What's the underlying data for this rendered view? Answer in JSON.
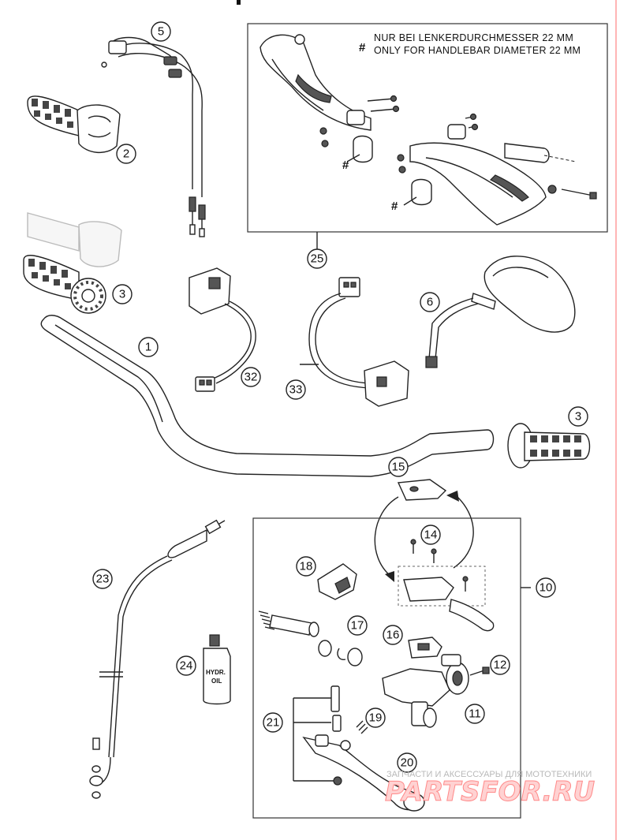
{
  "note": {
    "symbol": "#",
    "line_de": "NUR BEI LENKERDURCHMESSER 22 MM",
    "line_en": "ONLY FOR HANDLEBAR DIAMETER 22 MM"
  },
  "hash_marks": [
    "#",
    "#"
  ],
  "callouts": {
    "c5": "5",
    "c2": "2",
    "c3a": "3",
    "c1": "1",
    "c3b": "3",
    "c32": "32",
    "c33": "33",
    "c25": "25",
    "c6": "6",
    "c15": "15",
    "c14": "14",
    "c10": "10",
    "c18": "18",
    "c17": "17",
    "c16": "16",
    "c12": "12",
    "c11": "11",
    "c23": "23",
    "c24": "24",
    "c21": "21",
    "c19": "19",
    "c20": "20"
  },
  "oil_label": {
    "line1": "HYDR.",
    "line2": "OIL"
  },
  "watermark": {
    "tagline": "ЗАПЧАСТИ И АКСЕССУАРЫ ДЛЯ МОТОТЕХНИКИ",
    "logo": "PARTSFOR.RU"
  }
}
